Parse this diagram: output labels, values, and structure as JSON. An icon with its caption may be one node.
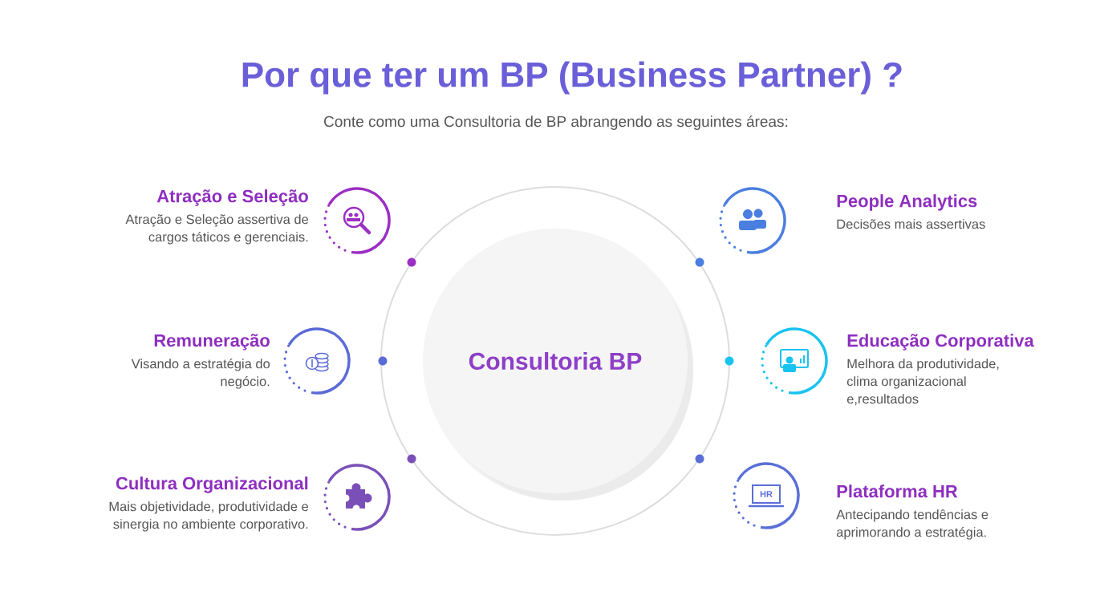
{
  "diagram": {
    "title": "Por que ter um BP (Business Partner) ?",
    "nodes": [
      {
        "text": [
          "Consultoria BP"
        ]
      },
      {
        "text": [
          "Atração e Seleção",
          "Atração e Seleção assertiva de cargos táticos e gerenciais."
        ]
      },
      {
        "text": [
          "People Analytics",
          "Decisões mais assertivas"
        ]
      },
      {
        "text": [
          "Remuneração",
          "Visando a estratégia do negócio."
        ]
      },
      {
        "text": [
          "Educação Corporativa",
          "Melhora da produtividade, clima organizacional e,resultados"
        ]
      },
      {
        "text": [
          "Cultura Organizacional",
          "Mais objetividade, produtividade e sinergia no ambiente corporativo."
        ]
      },
      {
        "text": [
          "Plataforma HR",
          "Antecipando tendências e aprimorando a estratégia."
        ]
      }
    ],
    "labels": [
      "Conte como uma Consultoria de BP abrangendo as seguintes áreas:",
      "HR"
    ]
  }
}
